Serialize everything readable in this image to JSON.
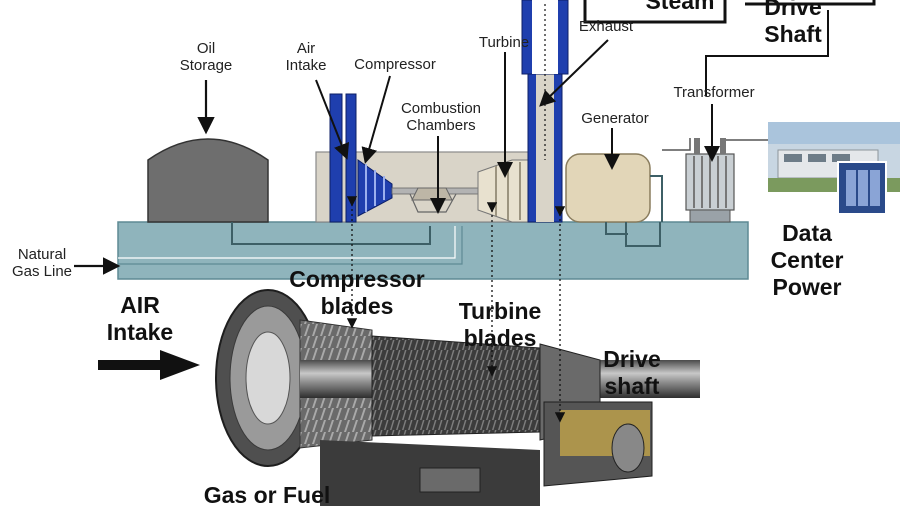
{
  "labels": {
    "oil_storage": "Oil\nStorage",
    "air_intake_small": "Air\nIntake",
    "compressor": "Compressor",
    "combustion_chambers": "Combustion\nChambers",
    "turbine": "Turbine",
    "exhaust": "Exhaust",
    "generator": "Generator",
    "transformer": "Transformer",
    "natural_gas_line": "Natural\nGas Line",
    "steam": "Steam",
    "drive_shaft_top": "Drive\nShaft",
    "data_center_power": "Data\nCenter\nPower",
    "compressor_blades": "Compressor\nblades",
    "turbine_blades": "Turbine\nblades",
    "air_intake_big": "AIR\nIntake",
    "drive_shaft_bottom": "Drive\nshaft",
    "gas_or_fuel": "Gas or Fuel"
  },
  "colors": {
    "base_slab": "#8fb4bc",
    "housing": "#d9d4c8",
    "stack_blue": "#1f3fae",
    "tank_gray": "#6e6e6e"
  }
}
